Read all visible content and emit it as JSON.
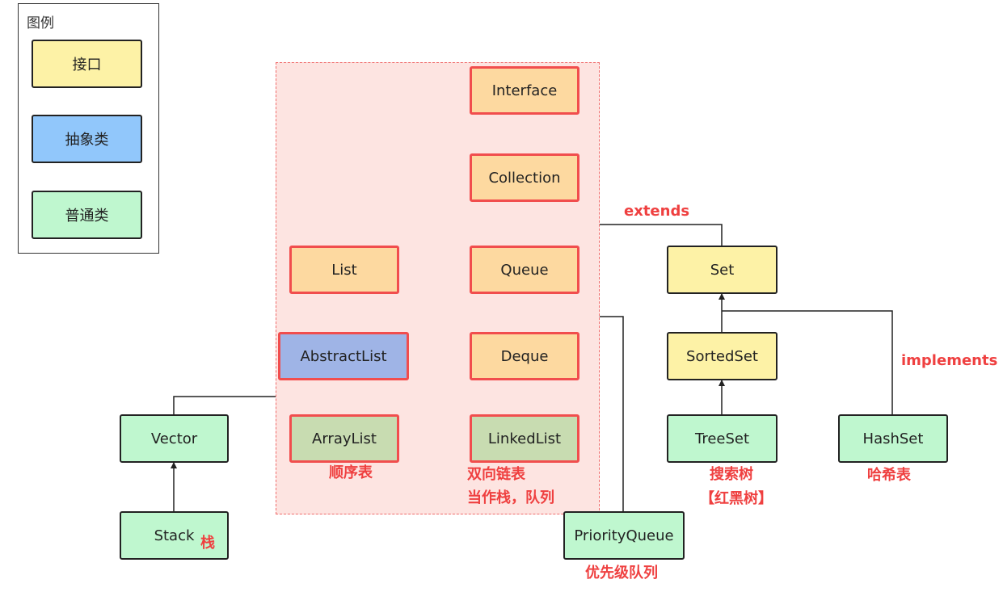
{
  "legend": {
    "title": "图例",
    "interface": "接口",
    "abstract": "抽象类",
    "class": "普通类"
  },
  "nodes": {
    "interface": "Interface",
    "collection": "Collection",
    "list": "List",
    "queue": "Queue",
    "set": "Set",
    "abstract_list": "AbstractList",
    "deque": "Deque",
    "sorted_set": "SortedSet",
    "vector": "Vector",
    "array_list": "ArrayList",
    "linked_list": "LinkedList",
    "tree_set": "TreeSet",
    "hash_set": "HashSet",
    "stack": "Stack",
    "priority_queue": "PriorityQueue"
  },
  "notes": {
    "extends": "extends",
    "implements": "implements",
    "array_list": "顺序表",
    "linked_list_line1": "双向链表",
    "linked_list_line2": "当作栈，队列",
    "tree_set_line1": "搜索树",
    "tree_set_line2": "【红黑树】",
    "hash_set": "哈希表",
    "stack": "栈",
    "priority_queue": "优先级队列"
  },
  "colors": {
    "interface": "#fdf2a6",
    "abstract": "#91c7fb",
    "class": "#bff7cf",
    "highlight_border": "#f14d4d",
    "highlight_region": "#fde4e1",
    "note_text": "#ef4040"
  }
}
